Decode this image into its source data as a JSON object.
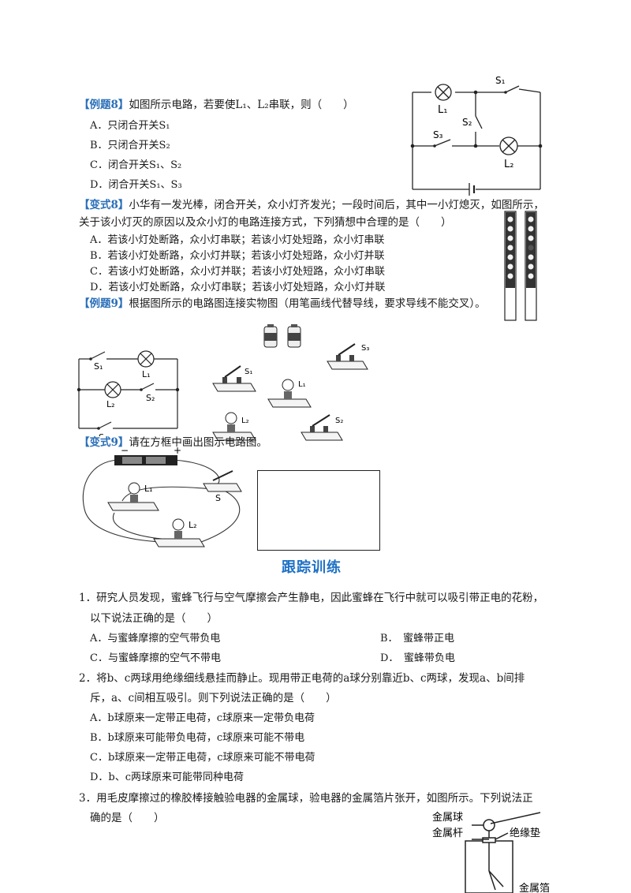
{
  "ex8": {
    "tag": "【例题8】",
    "stem": "如图所示电路，若要使L₁、L₂串联，则（　　）",
    "options": [
      "A．只闭合开关S₁",
      "B．只闭合开关S₂",
      "C．闭合开关S₁、S₂",
      "D．闭合开关S₁、S₃"
    ]
  },
  "var8": {
    "tag": "【变式8】",
    "stem1": "小华有一发光棒，闭合开关，众小灯齐发光；一段时间后，其中一小灯熄灭，如图所示，",
    "stem2": "关于该小灯灭的原因以及众小灯的电路连接方式，下列猜想中合理的是（　　）",
    "options": [
      "A．若该小灯处断路，众小灯串联；若该小灯处短路，众小灯串联",
      "B．若该小灯处断路，众小灯并联；若该小灯处短路，众小灯并联",
      "C．若该小灯处断路，众小灯并联；若该小灯处短路，众小灯串联",
      "D．若该小灯处断路，众小灯串联；若该小灯处短路，众小灯并联"
    ]
  },
  "ex9": {
    "tag": "【例题9】",
    "stem": "根据图所示的电路图连接实物图（用笔画线代替导线，要求导线不能交叉）。"
  },
  "var9": {
    "tag": "【变式9】",
    "stem": "请在方框中画出图示电路图。"
  },
  "labels": {
    "L1": "L₁",
    "L2": "L₂",
    "S1": "S₁",
    "S2": "S₂",
    "S3": "S₃",
    "S": "S",
    "plus": "+",
    "minus": "−",
    "metal_ball": "金属球",
    "metal_rod": "金属杆",
    "insulator": "绝缘垫",
    "metal_foil": "金属箔"
  },
  "section": {
    "title": "跟踪训练"
  },
  "q1": {
    "line1": "1．研究人员发现，蜜蜂飞行与空气摩擦会产生静电，因此蜜蜂在飞行中就可以吸引带正电的花粉，",
    "line2": "以下说法正确的是（　　）",
    "options": [
      "A．与蜜蜂摩擦的空气带负电",
      "B．　蜜蜂带正电",
      "C．与蜜蜂摩擦的空气不带电",
      "D．　蜜蜂带负电"
    ]
  },
  "q2": {
    "line1": "2．将b、c两球用绝缘细线悬挂而静止。现用带正电荷的a球分别靠近b、c两球，发现a、b间排",
    "line2": "斥，a、c间相互吸引。则下列说法正确的是（　　）",
    "options": [
      "A．b球原来一定带正电荷，c球原来一定带负电荷",
      "B．b球原来可能带负电荷，c球原来可能不带电",
      "C．b球原来一定带正电荷，c球原来可能不带电荷",
      "D．b、c两球原来可能带同种电荷"
    ]
  },
  "q3": {
    "line1": "3．用毛皮摩擦过的橡胶棒接触验电器的金属球，验电器的金属箔片张开，如图所示。下列说法正",
    "line2": "确的是（　　）"
  }
}
